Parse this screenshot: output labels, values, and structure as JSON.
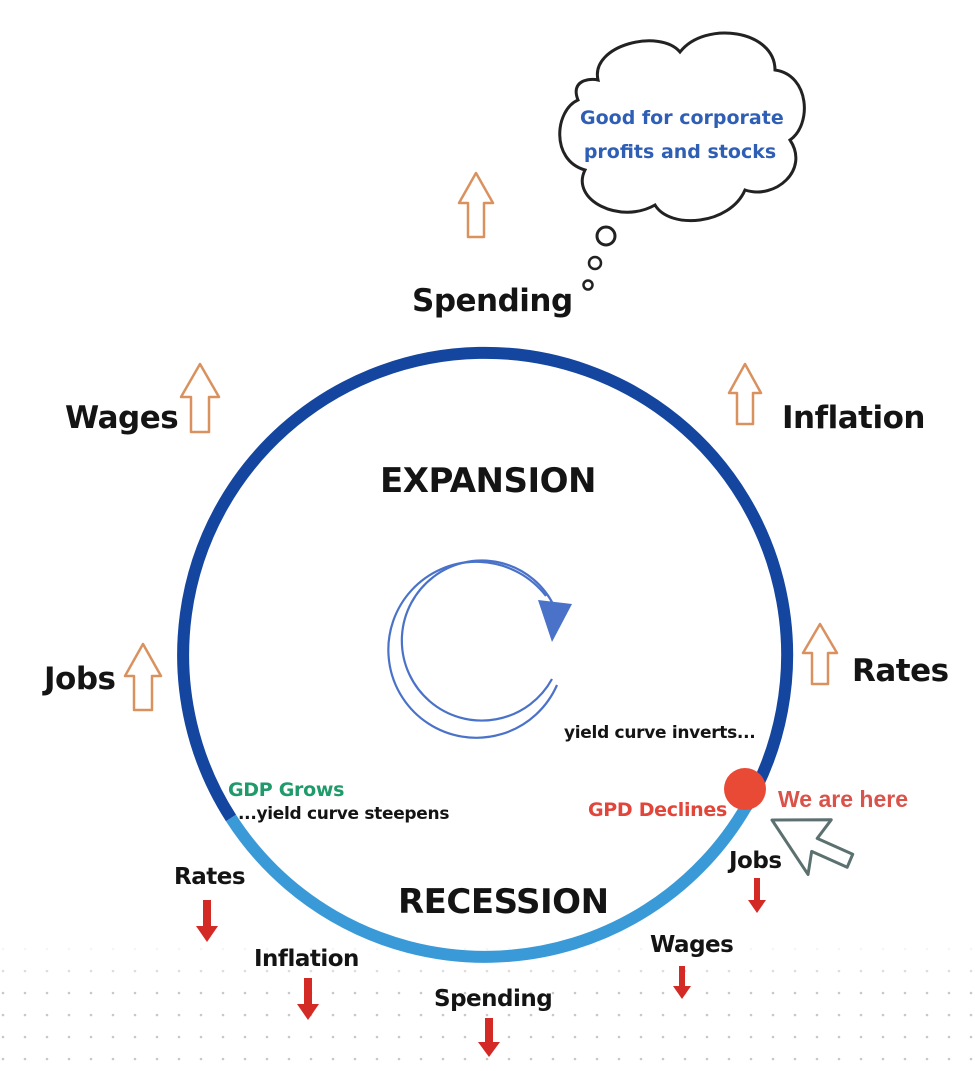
{
  "thought_bubble": {
    "line1": "Good for corporate",
    "line2": "profits and stocks"
  },
  "expansion": {
    "title": "EXPANSION",
    "indicators": {
      "spending": "Spending",
      "wages": "Wages",
      "inflation": "Inflation",
      "jobs": "Jobs",
      "rates": "Rates"
    },
    "direction": "up"
  },
  "recession": {
    "title": "RECESSION",
    "indicators": {
      "rates": "Rates",
      "inflation": "Inflation",
      "spending": "Spending",
      "wages": "Wages",
      "jobs": "Jobs"
    },
    "direction": "down"
  },
  "transitions": {
    "gdp_grows": "GDP Grows",
    "steepens": "...yield curve steepens",
    "inverts": "yield  curve inverts...",
    "declines": "GPD Declines"
  },
  "marker": {
    "label": "We are here"
  },
  "colors": {
    "expansion_ring": "#1446a0",
    "recession_ring": "#3a9ad8",
    "up_arrow": "#d9925f",
    "down_arrow": "#d42a26",
    "marker": "#e84a36",
    "marker_text": "#d9534a",
    "gdp_grows": "#1f9a6a",
    "declines": "#e2463a",
    "cycle_arrow": "#4a72c8",
    "thought_text": "#2f5fb5"
  }
}
